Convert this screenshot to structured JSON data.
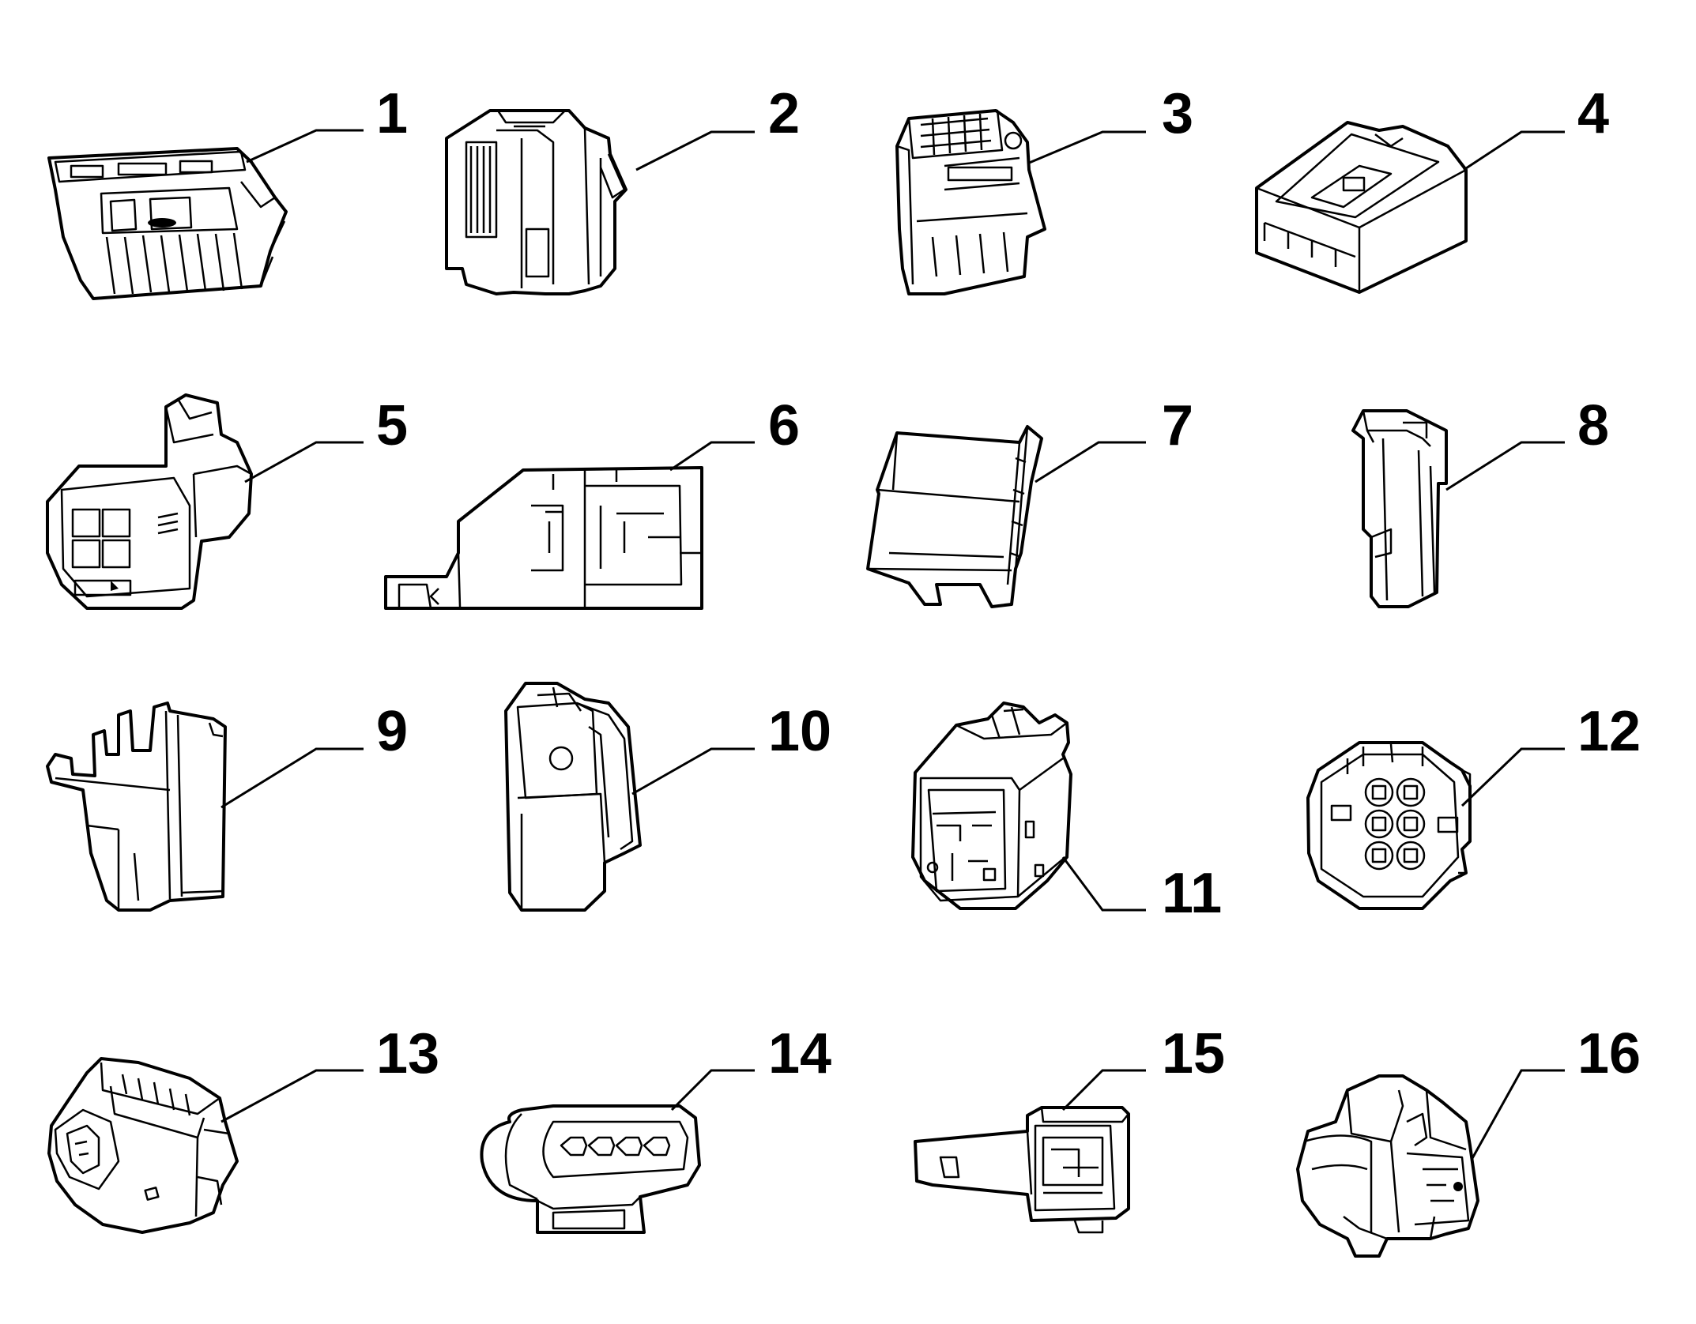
{
  "parts": [
    {
      "label": "1",
      "icon": "connector-housing-icon"
    },
    {
      "label": "2",
      "icon": "connector-housing-icon"
    },
    {
      "label": "3",
      "icon": "connector-housing-icon"
    },
    {
      "label": "4",
      "icon": "connector-housing-icon"
    },
    {
      "label": "5",
      "icon": "connector-housing-icon"
    },
    {
      "label": "6",
      "icon": "connector-housing-icon"
    },
    {
      "label": "7",
      "icon": "connector-housing-icon"
    },
    {
      "label": "8",
      "icon": "connector-housing-icon"
    },
    {
      "label": "9",
      "icon": "connector-housing-icon"
    },
    {
      "label": "10",
      "icon": "connector-housing-icon"
    },
    {
      "label": "11",
      "icon": "connector-housing-icon"
    },
    {
      "label": "12",
      "icon": "connector-housing-icon"
    },
    {
      "label": "13",
      "icon": "connector-housing-icon"
    },
    {
      "label": "14",
      "icon": "connector-housing-icon"
    },
    {
      "label": "15",
      "icon": "connector-housing-icon"
    },
    {
      "label": "16",
      "icon": "connector-housing-icon"
    }
  ],
  "colors": {
    "line": "#000000",
    "background": "#ffffff"
  }
}
